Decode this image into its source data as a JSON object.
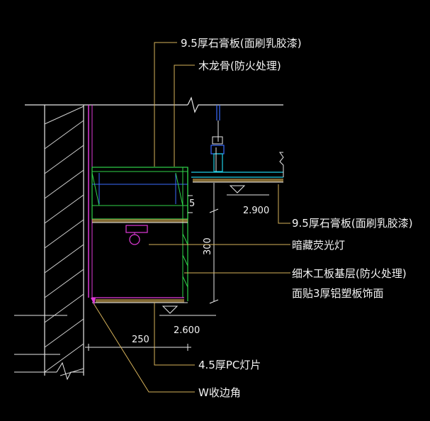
{
  "labels": {
    "gypsum_top": "9.5厚石膏板(面刷乳胶漆)",
    "wood_keel": "木龙骨(防火处理)",
    "gypsum_right": "9.5厚石膏板(面刷乳胶漆)",
    "hidden_light": "暗藏荧光灯",
    "base_layer_1": "细木工板基层(防火处理)",
    "base_layer_2": "面贴3厚铝塑板饰面",
    "pc_panel": "4.5厚PC灯片",
    "w_trim": "W收边角"
  },
  "dimensions": {
    "elev_upper": "2.900",
    "elev_lower": "2.600",
    "width_250": "250",
    "height_300": "300",
    "gap_5": "5"
  },
  "colors": {
    "background": "#000000",
    "text": "#f3f3f3",
    "leader": "#d6b25a",
    "wall_line": "#e8e8e8",
    "magenta": "#e03ad8",
    "blue": "#3a6cff",
    "cyan": "#20d0e6",
    "green": "#2fd34a",
    "gold": "#d6b25a"
  }
}
